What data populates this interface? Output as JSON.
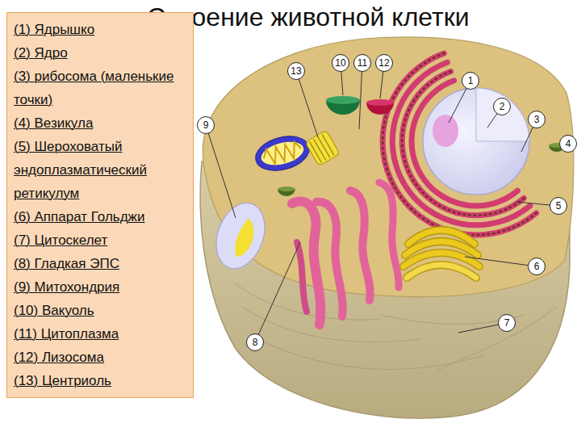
{
  "diagram": {
    "title": "Строение животной клетки",
    "nodes": [
      {
        "text": [
          "(1) Ядрышко",
          "(2) Ядро",
          "(3) рибосома (маленькие точки)",
          "(4) Везикула",
          "(5) Шероховатый эндоплазматический ретикулум",
          "(6) Аппарат Гольджи",
          "(7) Цитоскелет",
          "(8) Гладкая ЭПС",
          "(9) Митохондрия",
          "(10) Вакуоль",
          "(11) Цитоплазма",
          "(12) Лизосома",
          "(13) Центриоль"
        ]
      },
      {
        "text": [
          "1"
        ]
      },
      {
        "text": [
          "2"
        ]
      },
      {
        "text": [
          "3"
        ]
      },
      {
        "text": [
          "4"
        ]
      },
      {
        "text": [
          "5"
        ]
      },
      {
        "text": [
          "6"
        ]
      },
      {
        "text": [
          "7"
        ]
      },
      {
        "text": [
          "8"
        ]
      },
      {
        "text": [
          "9"
        ]
      },
      {
        "text": [
          "10"
        ]
      },
      {
        "text": [
          "11"
        ]
      },
      {
        "text": [
          "12"
        ]
      },
      {
        "text": [
          "13"
        ]
      }
    ]
  }
}
